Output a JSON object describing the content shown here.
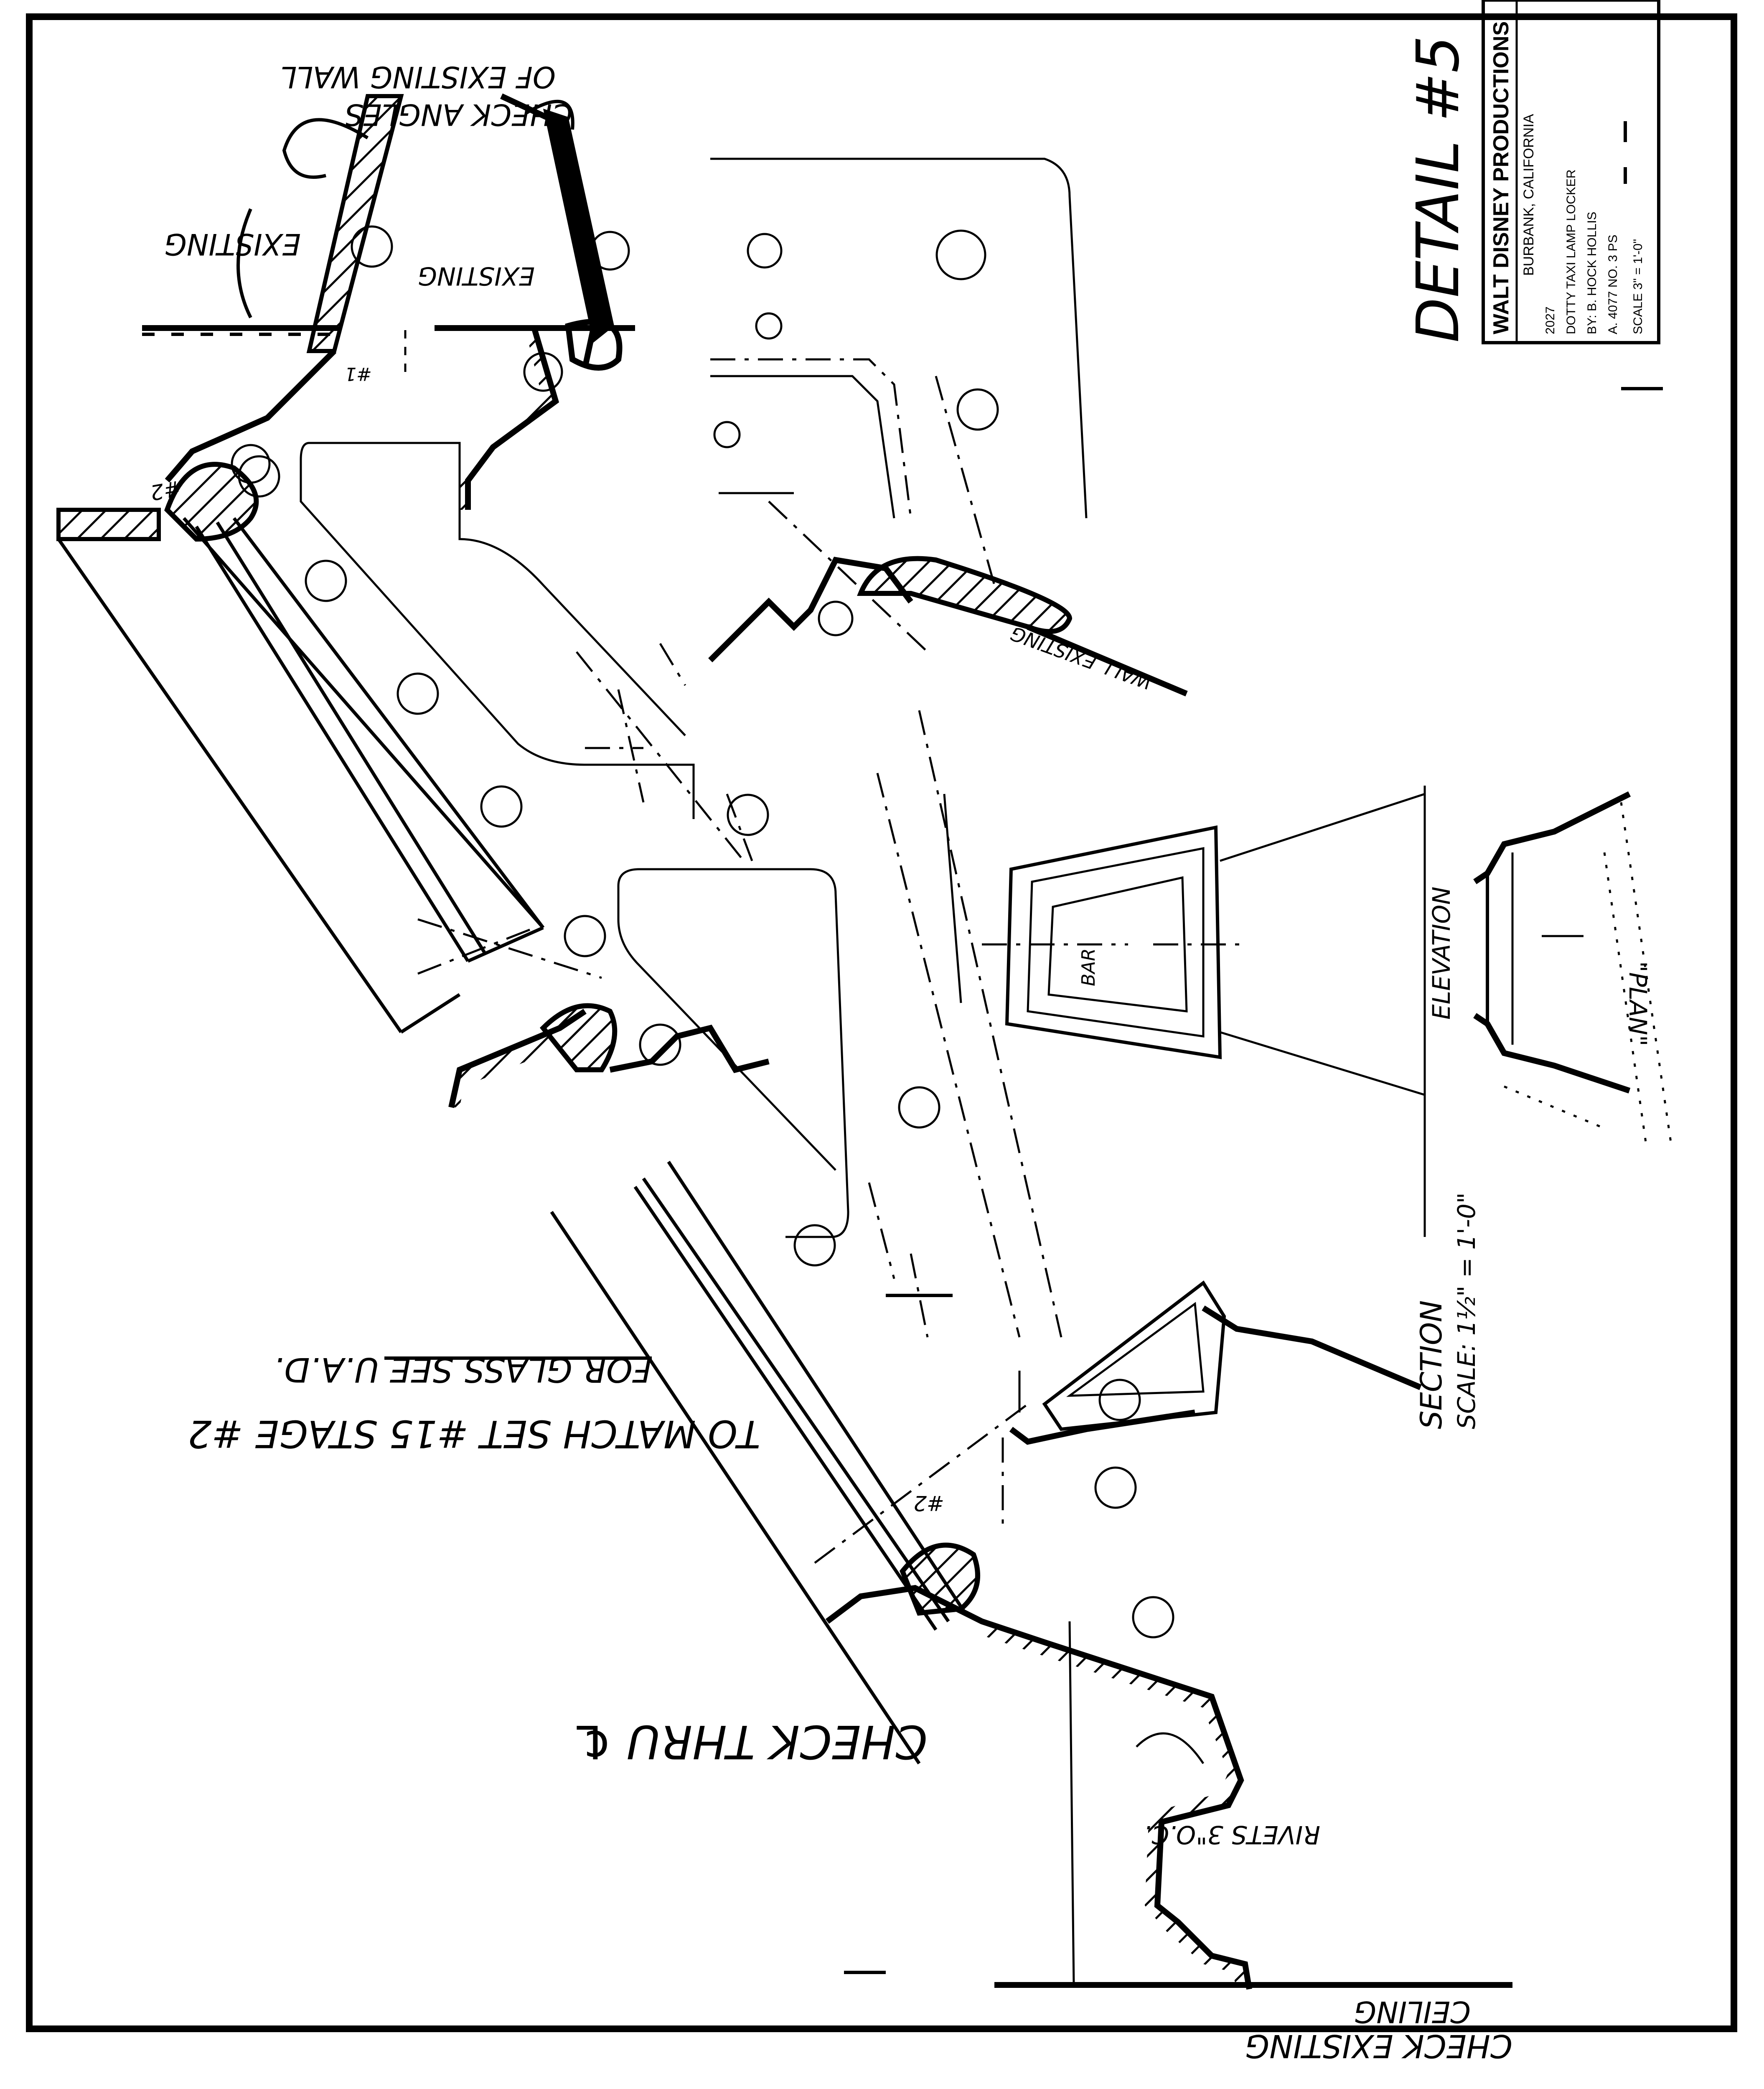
{
  "title_block": {
    "detail_title": "DETAIL #5",
    "studio": "WALT DISNEY PRODUCTIONS",
    "location": "BURBANK, CALIFORNIA",
    "job_number": "2027",
    "description": "DOTTY TAXI LAMP LOCKER",
    "drawn_by": "BY: B. HOCK  HOLLIS",
    "revision": "A. 4077  NO. 3  PS",
    "scale": "SCALE 3\" = 1'-0\""
  },
  "annotations": {
    "check_angles": "CHECK ANGLES",
    "existing_wall": "OF EXISTING WALL",
    "existing_left": "EXISTING",
    "existing_right": "EXISTING",
    "wall_existing": "WALL EXISTING",
    "to_match": "TO MATCH SET #15 STAGE #2",
    "for_glass": "FOR GLASS SEE U.A.D.",
    "check_thru": "CHECK THRU ℄",
    "rivets": "RIVETS 3\"O.C.",
    "check_existing": "CHECK EXISTING",
    "ceiling": "CEILING",
    "section": "SECTION",
    "section_scale": "SCALE: 1½\" = 1'-0\"",
    "elevation": "ELEVATION",
    "plan": "\"PLAN\"",
    "bar": "BAR",
    "callout_2": "#2",
    "callout_2b": "#2",
    "callout_1": "#1"
  }
}
